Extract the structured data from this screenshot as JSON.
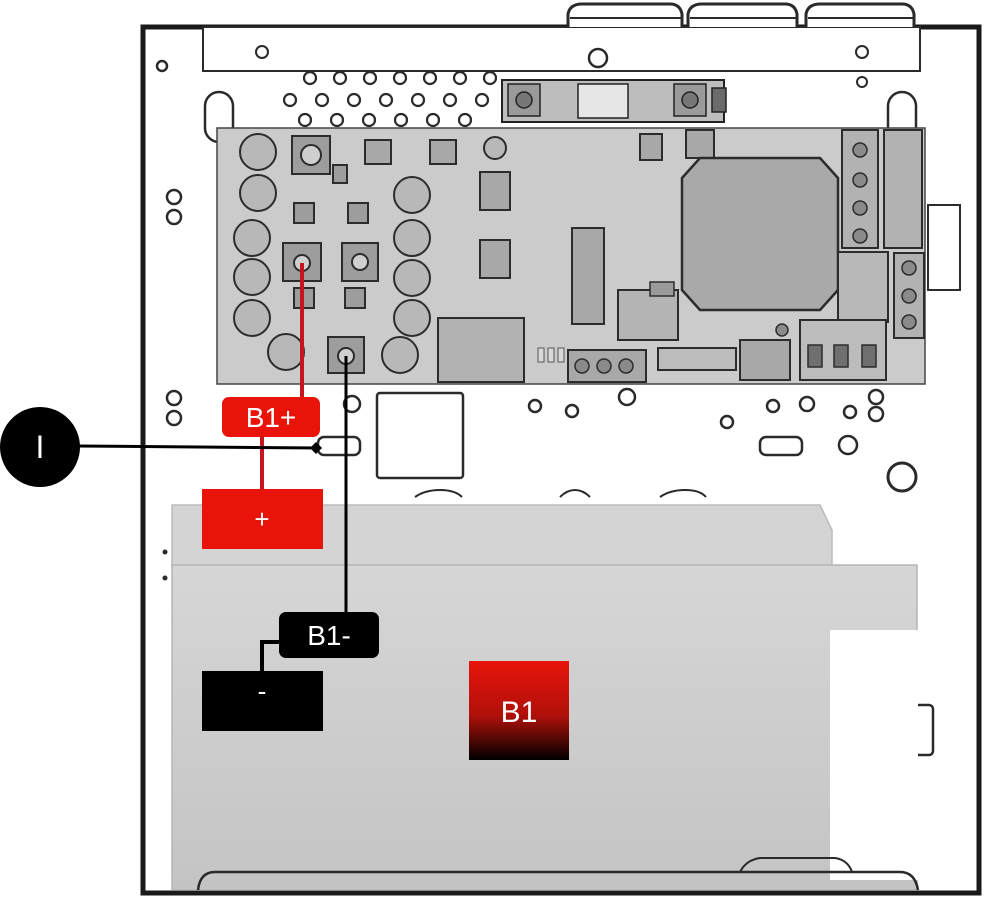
{
  "labels": {
    "callout": "I",
    "b1_plus": "B1+",
    "b1_minus": "B1-",
    "plus_terminal": "+",
    "minus_terminal": "-",
    "battery": "B1"
  },
  "colors": {
    "red_label": "#e8140a",
    "black_label": "#000000",
    "red_wire": "#c8141c",
    "black_wire": "#000000",
    "battery_body": "#cfcfcf",
    "pcb": "#cbcbcb",
    "enclosure_outline": "#1a1a1a"
  }
}
